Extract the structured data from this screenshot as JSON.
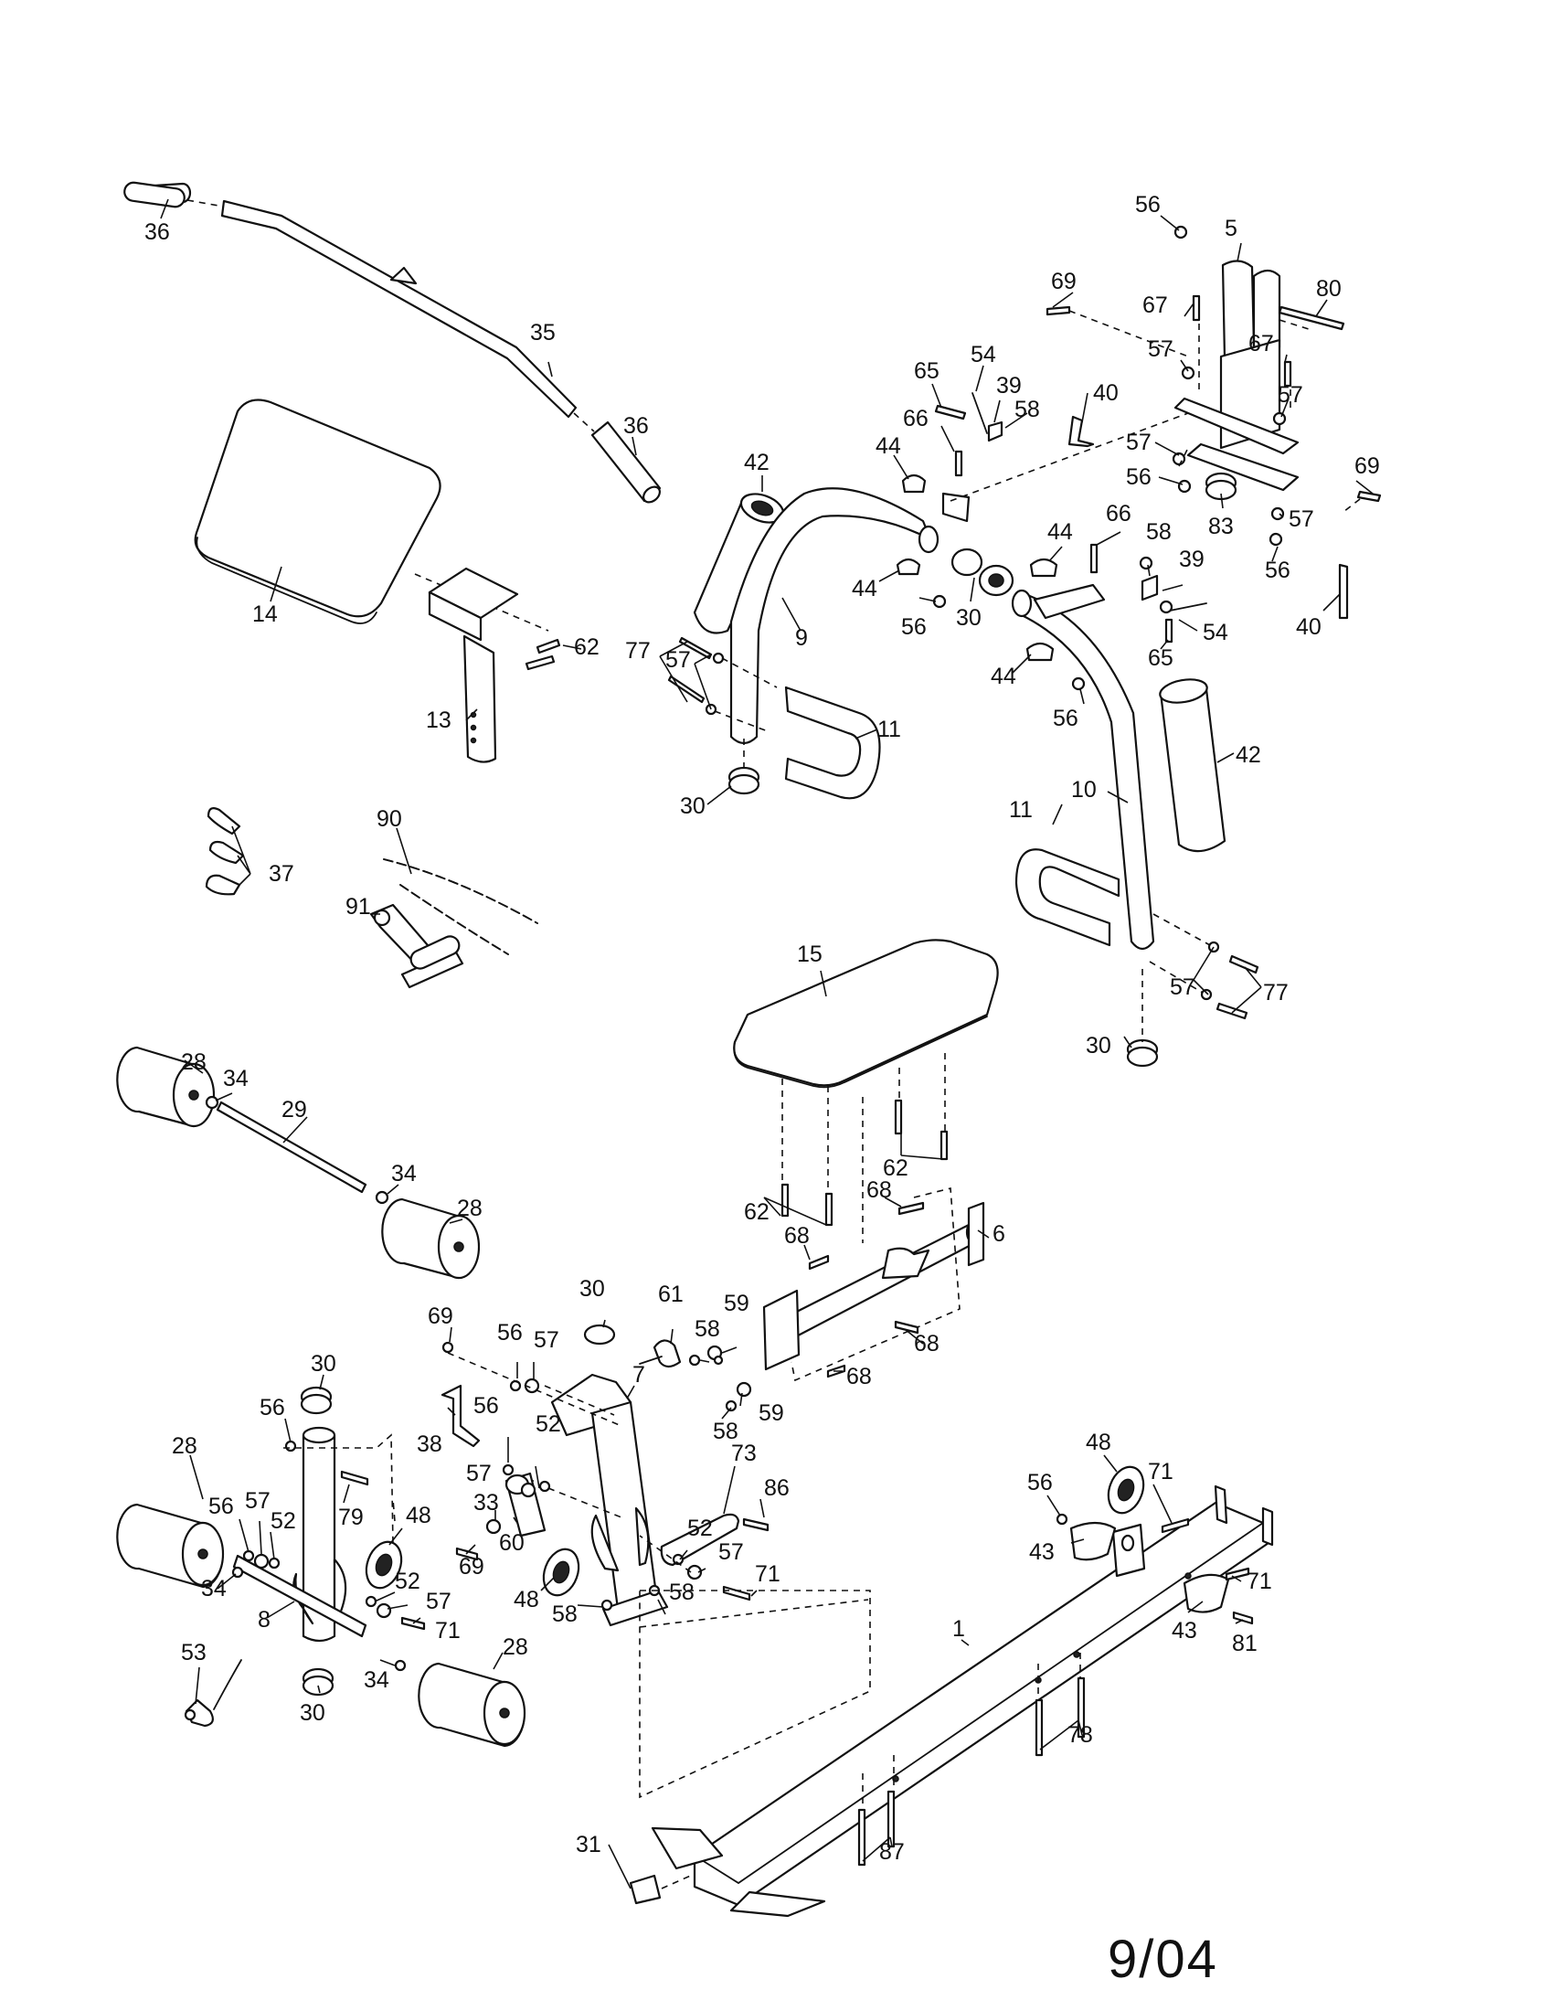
{
  "diagram": {
    "callouts": [
      {
        "id": "c36a",
        "text": "36"
      },
      {
        "id": "c36b",
        "text": "36"
      },
      {
        "id": "c35",
        "text": "35"
      },
      {
        "id": "c14",
        "text": "14"
      },
      {
        "id": "c13",
        "text": "13"
      },
      {
        "id": "c62a",
        "text": "62"
      },
      {
        "id": "c37",
        "text": "37"
      },
      {
        "id": "c90",
        "text": "90"
      },
      {
        "id": "c91",
        "text": "91"
      },
      {
        "id": "c28a",
        "text": "28"
      },
      {
        "id": "c34a",
        "text": "34"
      },
      {
        "id": "c29",
        "text": "29"
      },
      {
        "id": "c34b",
        "text": "34"
      },
      {
        "id": "c28b",
        "text": "28"
      },
      {
        "id": "c42a",
        "text": "42"
      },
      {
        "id": "c9",
        "text": "9"
      },
      {
        "id": "c77a",
        "text": "77"
      },
      {
        "id": "c57a",
        "text": "57"
      },
      {
        "id": "c11a",
        "text": "11"
      },
      {
        "id": "c30a",
        "text": "30"
      },
      {
        "id": "c44a",
        "text": "44"
      },
      {
        "id": "c44b",
        "text": "44"
      },
      {
        "id": "c56a",
        "text": "56"
      },
      {
        "id": "c30b",
        "text": "30"
      },
      {
        "id": "c65a",
        "text": "65"
      },
      {
        "id": "c54a",
        "text": "54"
      },
      {
        "id": "c39a",
        "text": "39"
      },
      {
        "id": "c58a",
        "text": "58"
      },
      {
        "id": "c66a",
        "text": "66"
      },
      {
        "id": "c40a",
        "text": "40"
      },
      {
        "id": "c69a",
        "text": "69"
      },
      {
        "id": "c56b",
        "text": "56"
      },
      {
        "id": "c5",
        "text": "5"
      },
      {
        "id": "c80",
        "text": "80"
      },
      {
        "id": "c67a",
        "text": "67"
      },
      {
        "id": "c57b",
        "text": "57"
      },
      {
        "id": "c67b",
        "text": "67"
      },
      {
        "id": "c57c",
        "text": "57"
      },
      {
        "id": "c57d",
        "text": "57"
      },
      {
        "id": "c56c",
        "text": "56"
      },
      {
        "id": "c83",
        "text": "83"
      },
      {
        "id": "c57e",
        "text": "57"
      },
      {
        "id": "c69b",
        "text": "69"
      },
      {
        "id": "c56d",
        "text": "56"
      },
      {
        "id": "c40b",
        "text": "40"
      },
      {
        "id": "c44c",
        "text": "44"
      },
      {
        "id": "c66b",
        "text": "66"
      },
      {
        "id": "c58b",
        "text": "58"
      },
      {
        "id": "c39b",
        "text": "39"
      },
      {
        "id": "c54b",
        "text": "54"
      },
      {
        "id": "c65b",
        "text": "65"
      },
      {
        "id": "c44d",
        "text": "44"
      },
      {
        "id": "c56e",
        "text": "56"
      },
      {
        "id": "c42b",
        "text": "42"
      },
      {
        "id": "c10",
        "text": "10"
      },
      {
        "id": "c11b",
        "text": "11"
      },
      {
        "id": "c57f",
        "text": "57"
      },
      {
        "id": "c77b",
        "text": "77"
      },
      {
        "id": "c30c",
        "text": "30"
      },
      {
        "id": "c15",
        "text": "15"
      },
      {
        "id": "c62b",
        "text": "62"
      },
      {
        "id": "c62c",
        "text": "62"
      },
      {
        "id": "c68a",
        "text": "68"
      },
      {
        "id": "c68b",
        "text": "68"
      },
      {
        "id": "c6",
        "text": "6"
      },
      {
        "id": "c68c",
        "text": "68"
      },
      {
        "id": "c68d",
        "text": "68"
      },
      {
        "id": "c61",
        "text": "61"
      },
      {
        "id": "c59a",
        "text": "59"
      },
      {
        "id": "c58c",
        "text": "58"
      },
      {
        "id": "c59b",
        "text": "59"
      },
      {
        "id": "c58d",
        "text": "58"
      },
      {
        "id": "c30d",
        "text": "30"
      },
      {
        "id": "c7",
        "text": "7"
      },
      {
        "id": "c69c",
        "text": "69"
      },
      {
        "id": "c56f",
        "text": "56"
      },
      {
        "id": "c57g",
        "text": "57"
      },
      {
        "id": "c38",
        "text": "38"
      },
      {
        "id": "c56g",
        "text": "56"
      },
      {
        "id": "c52a",
        "text": "52"
      },
      {
        "id": "c57h",
        "text": "57"
      },
      {
        "id": "c73",
        "text": "73"
      },
      {
        "id": "c86",
        "text": "86"
      },
      {
        "id": "c33",
        "text": "33"
      },
      {
        "id": "c60",
        "text": "60"
      },
      {
        "id": "c69d",
        "text": "69"
      },
      {
        "id": "c52b",
        "text": "52"
      },
      {
        "id": "c57i",
        "text": "57"
      },
      {
        "id": "c71a",
        "text": "71"
      },
      {
        "id": "c48a",
        "text": "48"
      },
      {
        "id": "c58e",
        "text": "58"
      },
      {
        "id": "c58f",
        "text": "58"
      },
      {
        "id": "c30e",
        "text": "30"
      },
      {
        "id": "c56h",
        "text": "56"
      },
      {
        "id": "c79",
        "text": "79"
      },
      {
        "id": "c28c",
        "text": "28"
      },
      {
        "id": "c56i",
        "text": "56"
      },
      {
        "id": "c57j",
        "text": "57"
      },
      {
        "id": "c52c",
        "text": "52"
      },
      {
        "id": "c48b",
        "text": "48"
      },
      {
        "id": "c34c",
        "text": "34"
      },
      {
        "id": "c8",
        "text": "8"
      },
      {
        "id": "c52d",
        "text": "52"
      },
      {
        "id": "c57k",
        "text": "57"
      },
      {
        "id": "c71b",
        "text": "71"
      },
      {
        "id": "c53",
        "text": "53"
      },
      {
        "id": "c30f",
        "text": "30"
      },
      {
        "id": "c34d",
        "text": "34"
      },
      {
        "id": "c28d",
        "text": "28"
      },
      {
        "id": "c48c",
        "text": "48"
      },
      {
        "id": "c56j",
        "text": "56"
      },
      {
        "id": "c71c",
        "text": "71"
      },
      {
        "id": "c43a",
        "text": "43"
      },
      {
        "id": "c71d",
        "text": "71"
      },
      {
        "id": "c1",
        "text": "1"
      },
      {
        "id": "c43b",
        "text": "43"
      },
      {
        "id": "c81",
        "text": "81"
      },
      {
        "id": "c78",
        "text": "78"
      },
      {
        "id": "c87",
        "text": "87"
      },
      {
        "id": "c31",
        "text": "31"
      }
    ],
    "revision_date": "9/04"
  }
}
